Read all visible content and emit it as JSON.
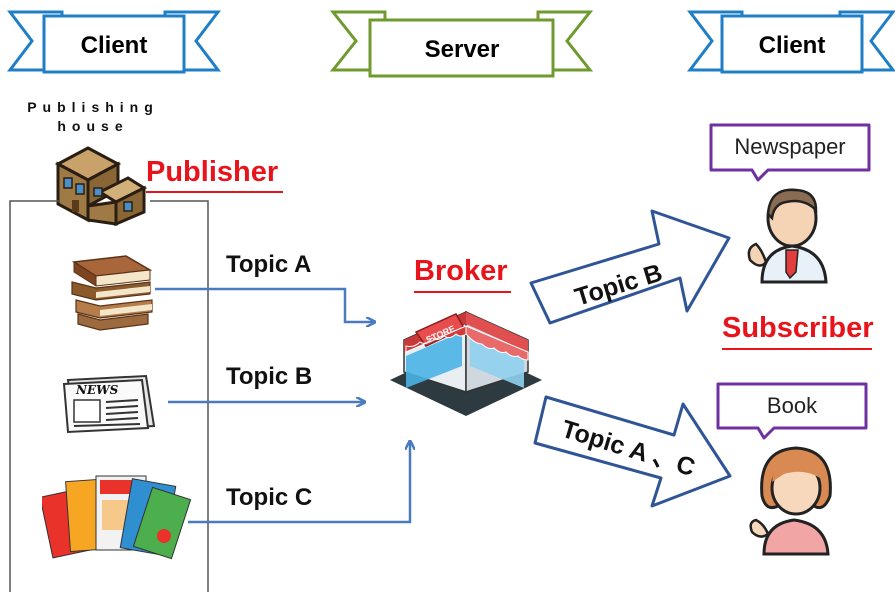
{
  "banners": {
    "client_left": "Client",
    "server": "Server",
    "client_right": "Client"
  },
  "publisher": {
    "caption_line1": "Publishing",
    "caption_line2": "house",
    "label": "Publisher"
  },
  "broker": {
    "label": "Broker",
    "store_sign": "STORE"
  },
  "subscriber": {
    "label": "Subscriber",
    "callout_top": "Newspaper",
    "callout_bottom": "Book"
  },
  "publications": {
    "newspaper_sign": "NEWS"
  },
  "flows": {
    "topic_a": "Topic A",
    "topic_b": "Topic B",
    "topic_c": "Topic C",
    "to_subscriber_top": "Topic B",
    "to_subscriber_bottom": "Topic A 、C"
  },
  "colors": {
    "banner_blue": "#1f7fc6",
    "banner_green": "#6f9a2e",
    "red_label": "#e8141b",
    "flow_line": "#4a7bbf",
    "callout_purple": "#7030a0",
    "big_arrow": "#2f5597"
  }
}
